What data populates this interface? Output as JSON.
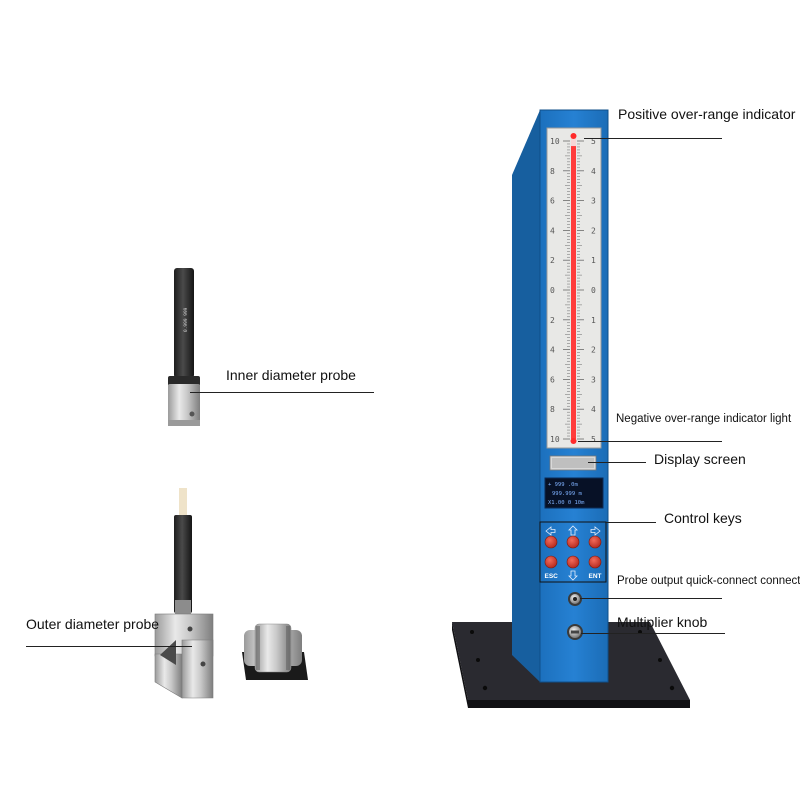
{
  "labels": {
    "positive_indicator": "Positive over-range indicator",
    "negative_indicator": "Negative over-range indicator light",
    "display_screen": "Display screen",
    "control_keys": "Control keys",
    "probe_connector": "Probe output quick-connect connector",
    "multiplier_knob": "Multiplier knob",
    "inner_probe": "Inner diameter probe",
    "outer_probe": "Outer diameter probe"
  },
  "scale": {
    "left_ticks": [
      "10",
      "8",
      "6",
      "4",
      "2",
      "0",
      "2",
      "4",
      "6",
      "8",
      "10"
    ],
    "right_ticks": [
      "5",
      "4",
      "3",
      "2",
      "1",
      "0",
      "1",
      "2",
      "3",
      "4",
      "5"
    ],
    "bar_level": 0.97
  },
  "lcd": {
    "line1": "+  999 .0m",
    "line2": "999.999 m",
    "line3": "X1.00  0 10m"
  },
  "keys": {
    "esc": "ESC",
    "ent": "ENT"
  },
  "probe_marking": "0.999 999",
  "colors": {
    "housing": "#1f78c8",
    "housing_side": "#175f9f",
    "bar": "#ff3b3b",
    "key": "#d63a2c",
    "base": "#1d1d22"
  }
}
